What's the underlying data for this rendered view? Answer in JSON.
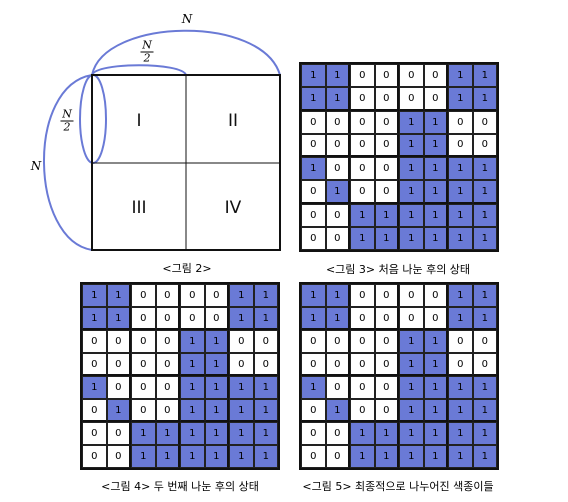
{
  "colors": {
    "fill": "#6a7ad6",
    "arc": "#6a7ad6"
  },
  "diagram": {
    "label_n": "N",
    "frac_num": "N",
    "frac_den": "2",
    "quadrants": {
      "q1": "I",
      "q2": "II",
      "q3": "III",
      "q4": "IV"
    },
    "caption": "<그림 2>"
  },
  "figures": [
    {
      "caption": "<그림 3> 처음 나눈 후의 상태",
      "cells": [
        [
          1,
          1,
          0,
          0,
          0,
          0,
          1,
          1
        ],
        [
          1,
          1,
          0,
          0,
          0,
          0,
          1,
          1
        ],
        [
          0,
          0,
          0,
          0,
          1,
          1,
          0,
          0
        ],
        [
          0,
          0,
          0,
          0,
          1,
          1,
          0,
          0
        ],
        [
          1,
          0,
          0,
          0,
          1,
          1,
          1,
          1
        ],
        [
          0,
          1,
          0,
          0,
          1,
          1,
          1,
          1
        ],
        [
          0,
          0,
          1,
          1,
          1,
          1,
          1,
          1
        ],
        [
          0,
          0,
          1,
          1,
          1,
          1,
          1,
          1
        ]
      ]
    },
    {
      "caption": "<그림 4> 두 번째 나눈 후의 상태",
      "cells": [
        [
          1,
          1,
          0,
          0,
          0,
          0,
          1,
          1
        ],
        [
          1,
          1,
          0,
          0,
          0,
          0,
          1,
          1
        ],
        [
          0,
          0,
          0,
          0,
          1,
          1,
          0,
          0
        ],
        [
          0,
          0,
          0,
          0,
          1,
          1,
          0,
          0
        ],
        [
          1,
          0,
          0,
          0,
          1,
          1,
          1,
          1
        ],
        [
          0,
          1,
          0,
          0,
          1,
          1,
          1,
          1
        ],
        [
          0,
          0,
          1,
          1,
          1,
          1,
          1,
          1
        ],
        [
          0,
          0,
          1,
          1,
          1,
          1,
          1,
          1
        ]
      ]
    },
    {
      "caption": "<그림 5> 최종적으로 나누어진 색종이들",
      "cells": [
        [
          1,
          1,
          0,
          0,
          0,
          0,
          1,
          1
        ],
        [
          1,
          1,
          0,
          0,
          0,
          0,
          1,
          1
        ],
        [
          0,
          0,
          0,
          0,
          1,
          1,
          0,
          0
        ],
        [
          0,
          0,
          0,
          0,
          1,
          1,
          0,
          0
        ],
        [
          1,
          0,
          0,
          0,
          1,
          1,
          1,
          1
        ],
        [
          0,
          1,
          0,
          0,
          1,
          1,
          1,
          1
        ],
        [
          0,
          0,
          1,
          1,
          1,
          1,
          1,
          1
        ],
        [
          0,
          0,
          1,
          1,
          1,
          1,
          1,
          1
        ]
      ]
    }
  ]
}
